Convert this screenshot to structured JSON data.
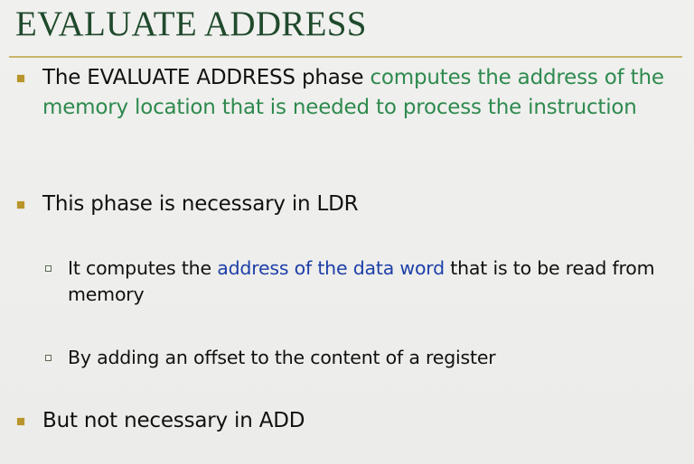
{
  "slide": {
    "title": "EVALUATE ADDRESS",
    "colors": {
      "title": "#1f4a2c",
      "divider": "#c8b56a",
      "bullet_marker": "#b8952a",
      "highlight_green": "#2e8a4e",
      "highlight_blue": "#1d3fa8",
      "body_text": "#111111",
      "background": "#efefed"
    },
    "bullets": [
      {
        "level": 1,
        "marker_icon": "filled-square",
        "parts": [
          {
            "text": "The EVALUATE ADDRESS phase ",
            "style": "normal"
          },
          {
            "text": "computes the address of the memory location that is needed to process the instruction",
            "style": "green"
          }
        ]
      },
      {
        "level": 1,
        "marker_icon": "filled-square",
        "parts": [
          {
            "text": "This phase is necessary in LDR",
            "style": "normal"
          }
        ]
      },
      {
        "level": 2,
        "marker_icon": "hollow-square",
        "parts": [
          {
            "text": "It computes the ",
            "style": "normal"
          },
          {
            "text": "address of the data word",
            "style": "blue"
          },
          {
            "text": " that is to be read from memory",
            "style": "normal"
          }
        ]
      },
      {
        "level": 2,
        "marker_icon": "hollow-square",
        "parts": [
          {
            "text": "By adding an offset to the content of a register",
            "style": "normal"
          }
        ]
      },
      {
        "level": 1,
        "marker_icon": "filled-square",
        "parts": [
          {
            "text": "But not necessary in ADD",
            "style": "normal"
          }
        ]
      }
    ]
  }
}
